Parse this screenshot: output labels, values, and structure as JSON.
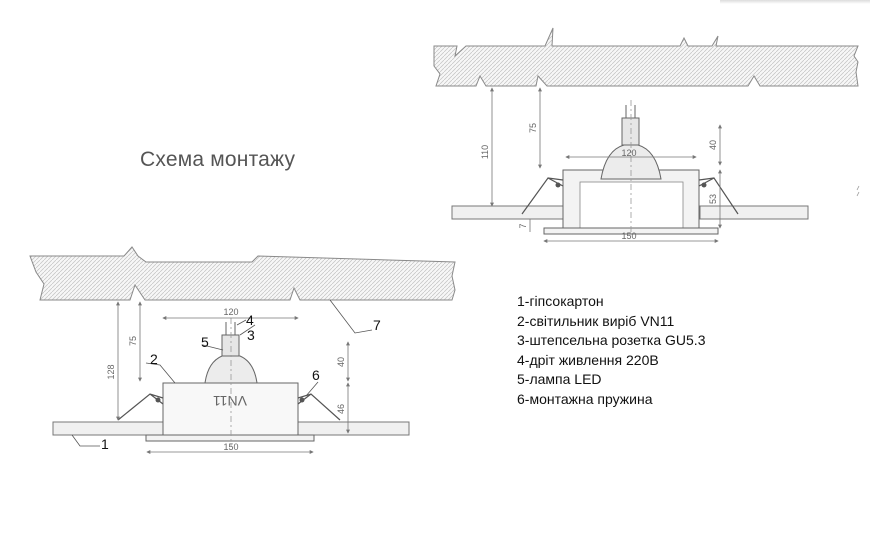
{
  "title": "Схема монтажу",
  "legend": [
    "1-гіпсокартон",
    "2-світильник виріб VN11",
    "3-штепсельна розетка GU5.3",
    "4-дріт живлення 220В",
    "5-лампа LED",
    "6-монтажна пружина"
  ],
  "diagram_bottom": {
    "fixture_marking": "VN11",
    "dimensions": {
      "lamp_width": "120",
      "frame_width": "150",
      "lamp_height": "75",
      "total_height": "128",
      "lamp_depth": "40",
      "body_depth": "46"
    },
    "callouts": {
      "c1": "1",
      "c2": "2",
      "c3": "3",
      "c4": "4",
      "c5": "5",
      "c6": "6",
      "c7": "7"
    }
  },
  "diagram_top": {
    "dimensions": {
      "lamp_width": "120",
      "frame_width": "150",
      "lamp_height": "75",
      "total_height": "110",
      "lamp_depth": "40",
      "body_depth": "53",
      "flange": "7"
    }
  },
  "colors": {
    "hatch": "#bcbcbc",
    "board": "#f0f0f0",
    "line": "#555555"
  }
}
